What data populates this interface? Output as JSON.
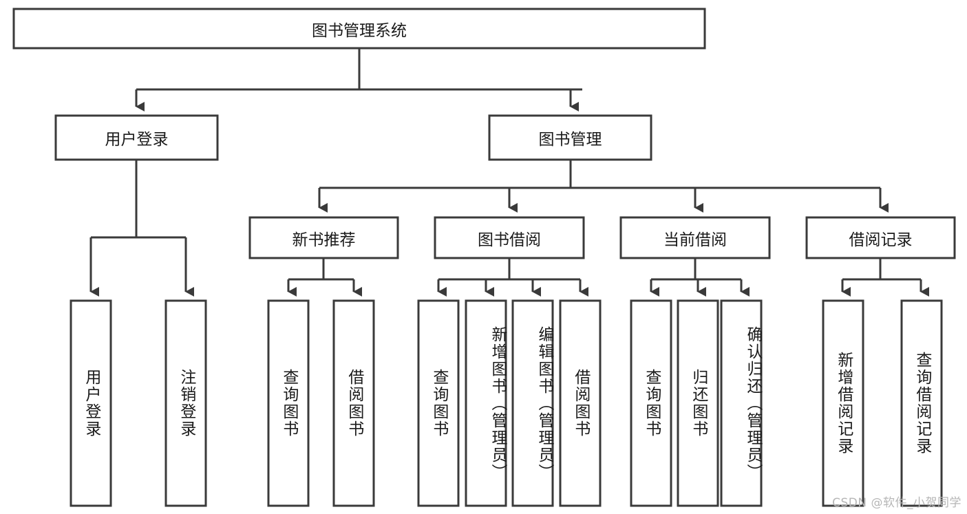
{
  "diagram": {
    "type": "tree-hierarchy",
    "title": "图书管理系统",
    "watermark": "CSDN @软件_小贺同学",
    "colors": {
      "box_stroke": "#3a3a3a",
      "box_fill": "#ffffff",
      "text": "#1a1a1a",
      "connector": "#3a3a3a",
      "watermark": "#b6b6b6",
      "background": "#ffffff"
    },
    "root": {
      "id": "root",
      "label": "图书管理系统",
      "orientation": "horizontal"
    },
    "level2": [
      {
        "id": "user-login",
        "label": "用户登录",
        "orientation": "horizontal"
      },
      {
        "id": "book-management",
        "label": "图书管理",
        "orientation": "horizontal"
      }
    ],
    "level3": [
      {
        "id": "new-book-recommend",
        "label": "新书推荐",
        "orientation": "horizontal",
        "parent": "book-management"
      },
      {
        "id": "book-borrow",
        "label": "图书借阅",
        "orientation": "horizontal",
        "parent": "book-management"
      },
      {
        "id": "current-borrow",
        "label": "当前借阅",
        "orientation": "horizontal",
        "parent": "book-management"
      },
      {
        "id": "borrow-record",
        "label": "借阅记录",
        "orientation": "horizontal",
        "parent": "book-management"
      }
    ],
    "leaves": [
      {
        "id": "leaf-user-login",
        "label": "用户登录",
        "orientation": "vertical",
        "parent": "user-login"
      },
      {
        "id": "leaf-logout",
        "label": "注销登录",
        "orientation": "vertical",
        "parent": "user-login"
      },
      {
        "id": "leaf-query-book-1",
        "label": "查询图书",
        "orientation": "vertical",
        "parent": "new-book-recommend"
      },
      {
        "id": "leaf-borrow-book-1",
        "label": "借阅图书",
        "orientation": "vertical",
        "parent": "new-book-recommend"
      },
      {
        "id": "leaf-query-book-2",
        "label": "查询图书",
        "orientation": "vertical",
        "parent": "book-borrow"
      },
      {
        "id": "leaf-add-book",
        "label": "新增图书（管理员）",
        "orientation": "vertical",
        "parent": "book-borrow"
      },
      {
        "id": "leaf-edit-book",
        "label": "编辑图书（管理员）",
        "orientation": "vertical",
        "parent": "book-borrow"
      },
      {
        "id": "leaf-borrow-book-2",
        "label": "借阅图书",
        "orientation": "vertical",
        "parent": "book-borrow"
      },
      {
        "id": "leaf-query-book-3",
        "label": "查询图书",
        "orientation": "vertical",
        "parent": "current-borrow"
      },
      {
        "id": "leaf-return-book",
        "label": "归还图书",
        "orientation": "vertical",
        "parent": "current-borrow"
      },
      {
        "id": "leaf-confirm-return",
        "label": "确认归还（管理员）",
        "orientation": "vertical",
        "parent": "current-borrow"
      },
      {
        "id": "leaf-add-record",
        "label": "新增借阅记录",
        "orientation": "vertical",
        "parent": "borrow-record"
      },
      {
        "id": "leaf-query-record",
        "label": "查询借阅记录",
        "orientation": "vertical",
        "parent": "borrow-record"
      }
    ]
  }
}
